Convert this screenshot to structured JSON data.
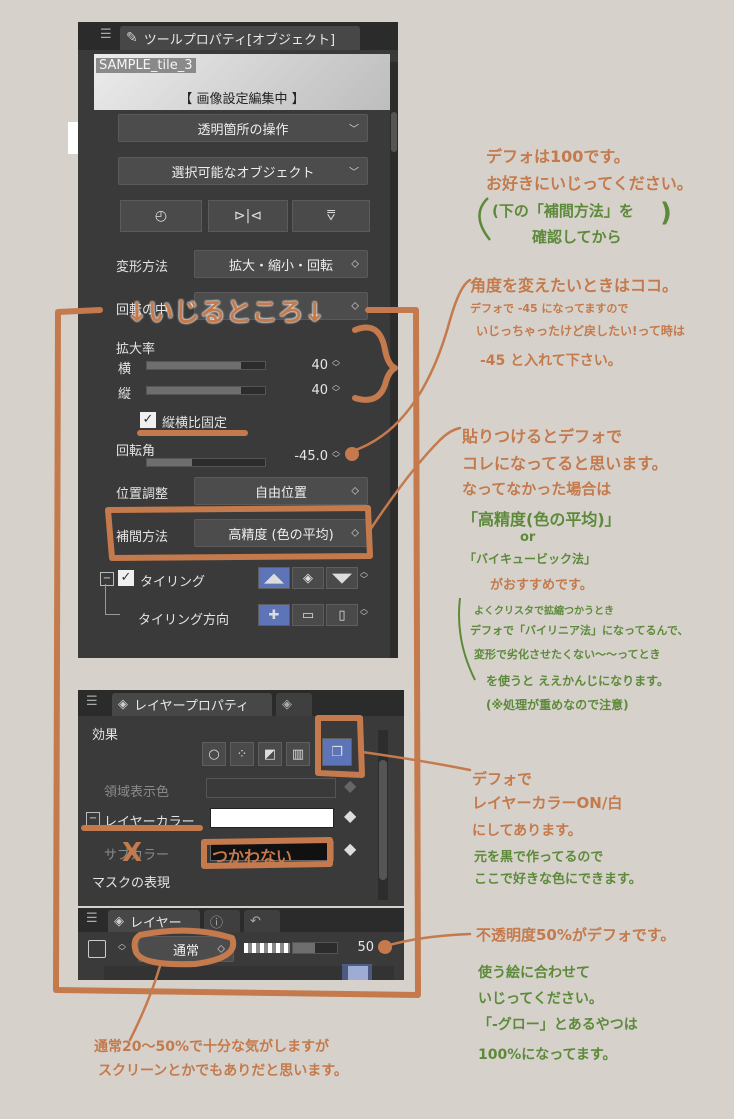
{
  "tool_property": {
    "tab_title": "ツールプロパティ[オブジェクト]",
    "preview_name": "SAMPLE_tile_3",
    "editing_label": "【 画像設定編集中 】",
    "transparent_op": "透明箇所の操作",
    "selectable_obj": "選択可能なオブジェクト",
    "transform_method_label": "変形方法",
    "transform_method_value": "拡大・縮小・回転",
    "rotation_center_label": "回転の中",
    "scale_label": "拡大率",
    "horizontal_label": "横",
    "horizontal_value": "40",
    "vertical_label": "縦",
    "vertical_value": "40",
    "aspect_lock_label": "縦横比固定",
    "rotation_label": "回転角",
    "rotation_value": "-45.0",
    "position_label": "位置調整",
    "position_value": "自由位置",
    "interp_label": "補間方法",
    "interp_value": "高精度 (色の平均)",
    "tiling_label": "タイリング",
    "tiling_dir_label": "タイリング方向"
  },
  "layer_property": {
    "tab_title": "レイヤープロパティ",
    "effect_label": "効果",
    "area_color_label": "領域表示色",
    "layer_color_label": "レイヤーカラー",
    "subcolor_label": "サブカラー",
    "mask_label": "マスクの表現"
  },
  "layer_panel": {
    "tab_title": "レイヤー",
    "blend_mode": "通常",
    "opacity": "50"
  },
  "annotations": {
    "note1_line1": "デフォは100です。",
    "note1_line2": "お好きにいじってください。",
    "note1_line3": "(下の「補間方法」を",
    "note1_line4": "確認してから",
    "note1_line5": ")",
    "note2_line1": "角度を変えたいときはココ。",
    "note2_line2": "デフォで -45 になってますので",
    "note2_line3": "いじっちゃったけど戻したい!って時は",
    "note2_line4": "-45 と入れて下さい。",
    "touch_here": "↓いじるところ↓",
    "note3_line1": "貼りつけるとデフォで",
    "note3_line2": "コレになってると思います。",
    "note3_line3": "なってなかった場合は",
    "note3_line4": "「高精度(色の平均)」",
    "note3_line5": "or",
    "note3_line6": "「バイキュービック法」",
    "note3_line7": "がおすすめです。",
    "note4_line1": "よくクリスタで拡縮つかうとき",
    "note4_line2": "デフォで「バイリニア法」になってるんで、",
    "note4_line3": "変形で劣化させたくない〜〜ってとき",
    "note4_line4": "を使うと ええかんじになります。",
    "note4_line5": "(※処理が重めなので注意)",
    "note5_line1": "デフォで",
    "note5_line2": "レイヤーカラーON/白",
    "note5_line3": "にしてあります。",
    "note5_line4": "元を黒で作ってるので",
    "note5_line5": "ここで好きな色にできます。",
    "not_used": "つかわない",
    "cross": "X",
    "note6_line1": "不透明度50%がデフォです。",
    "note6_line2": "使う絵に合わせて",
    "note6_line3": "いじってください。",
    "note6_line4": "「-グロー」とあるやつは",
    "note6_line5": "100%になってます。",
    "note7_line1": "通常20〜50%で十分な気がしますが",
    "note7_line2": "スクリーンとかでもありだと思います。"
  },
  "colors": {
    "background": "#d6d2cb",
    "panel": "#3a3a3a",
    "annotation_orange": "#c47a4c",
    "annotation_green": "#5d8a3a",
    "accent_blue": "#5d74b8"
  }
}
